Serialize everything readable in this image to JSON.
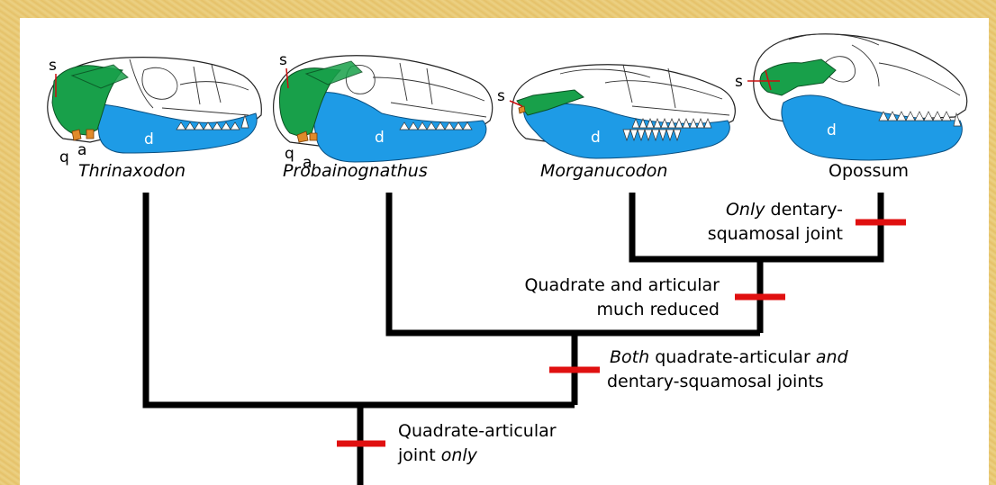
{
  "taxa": {
    "thrinaxodon": "Thrinaxodon",
    "probainognathus": "Probainognathus",
    "morganucodon": "Morganucodon",
    "opossum": "Opossum"
  },
  "bone_labels": {
    "squamosal": "s",
    "quadrate": "q",
    "articular": "a",
    "dentary": "d"
  },
  "characters": {
    "root": {
      "line1_a": "Quadrate-articular",
      "line2_a": "joint ",
      "line2_b": "only"
    },
    "both": {
      "line1_a": "Both",
      "line1_b": " quadrate-articular ",
      "line1_c": "and",
      "line2": "dentary-squamosal joints"
    },
    "reduced": {
      "line1": "Quadrate and articular",
      "line2": "much reduced"
    },
    "only_ds": {
      "line1_a": "Only",
      "line1_b": " dentary-",
      "line2": "squamosal joint"
    }
  },
  "colors": {
    "dentary": "#1e9be6",
    "squamosal": "#18a04a",
    "quadrate_articular": "#e08a2a",
    "tree": "#000000",
    "character_bar": "#e01010",
    "frame": "#e9c872"
  }
}
